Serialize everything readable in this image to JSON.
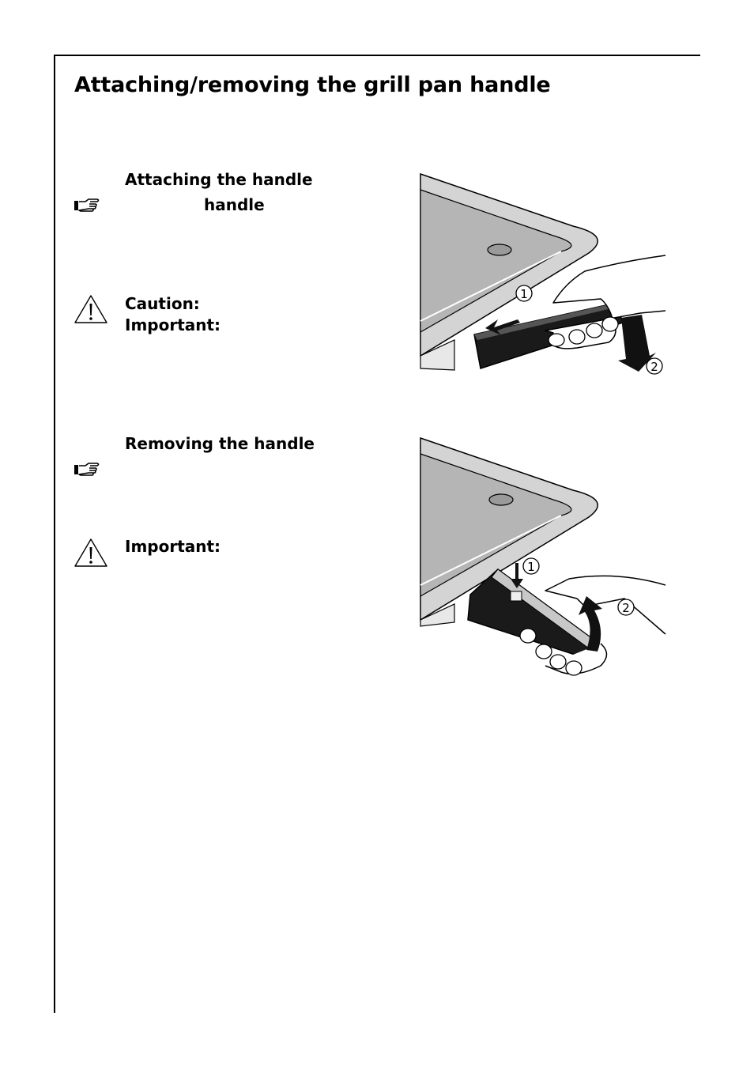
{
  "title": "Attaching/removing the grill pan handle",
  "attach": {
    "heading": "Attaching the handle",
    "note_word": "handle",
    "caution": "Caution:",
    "important": "Important:",
    "fig_labels": [
      "1",
      "2"
    ]
  },
  "remove": {
    "heading": "Removing the handle",
    "important": "Important:",
    "fig_labels": [
      "1",
      "2"
    ]
  },
  "icons": [
    "pointing-hand-icon",
    "warning-icon"
  ]
}
